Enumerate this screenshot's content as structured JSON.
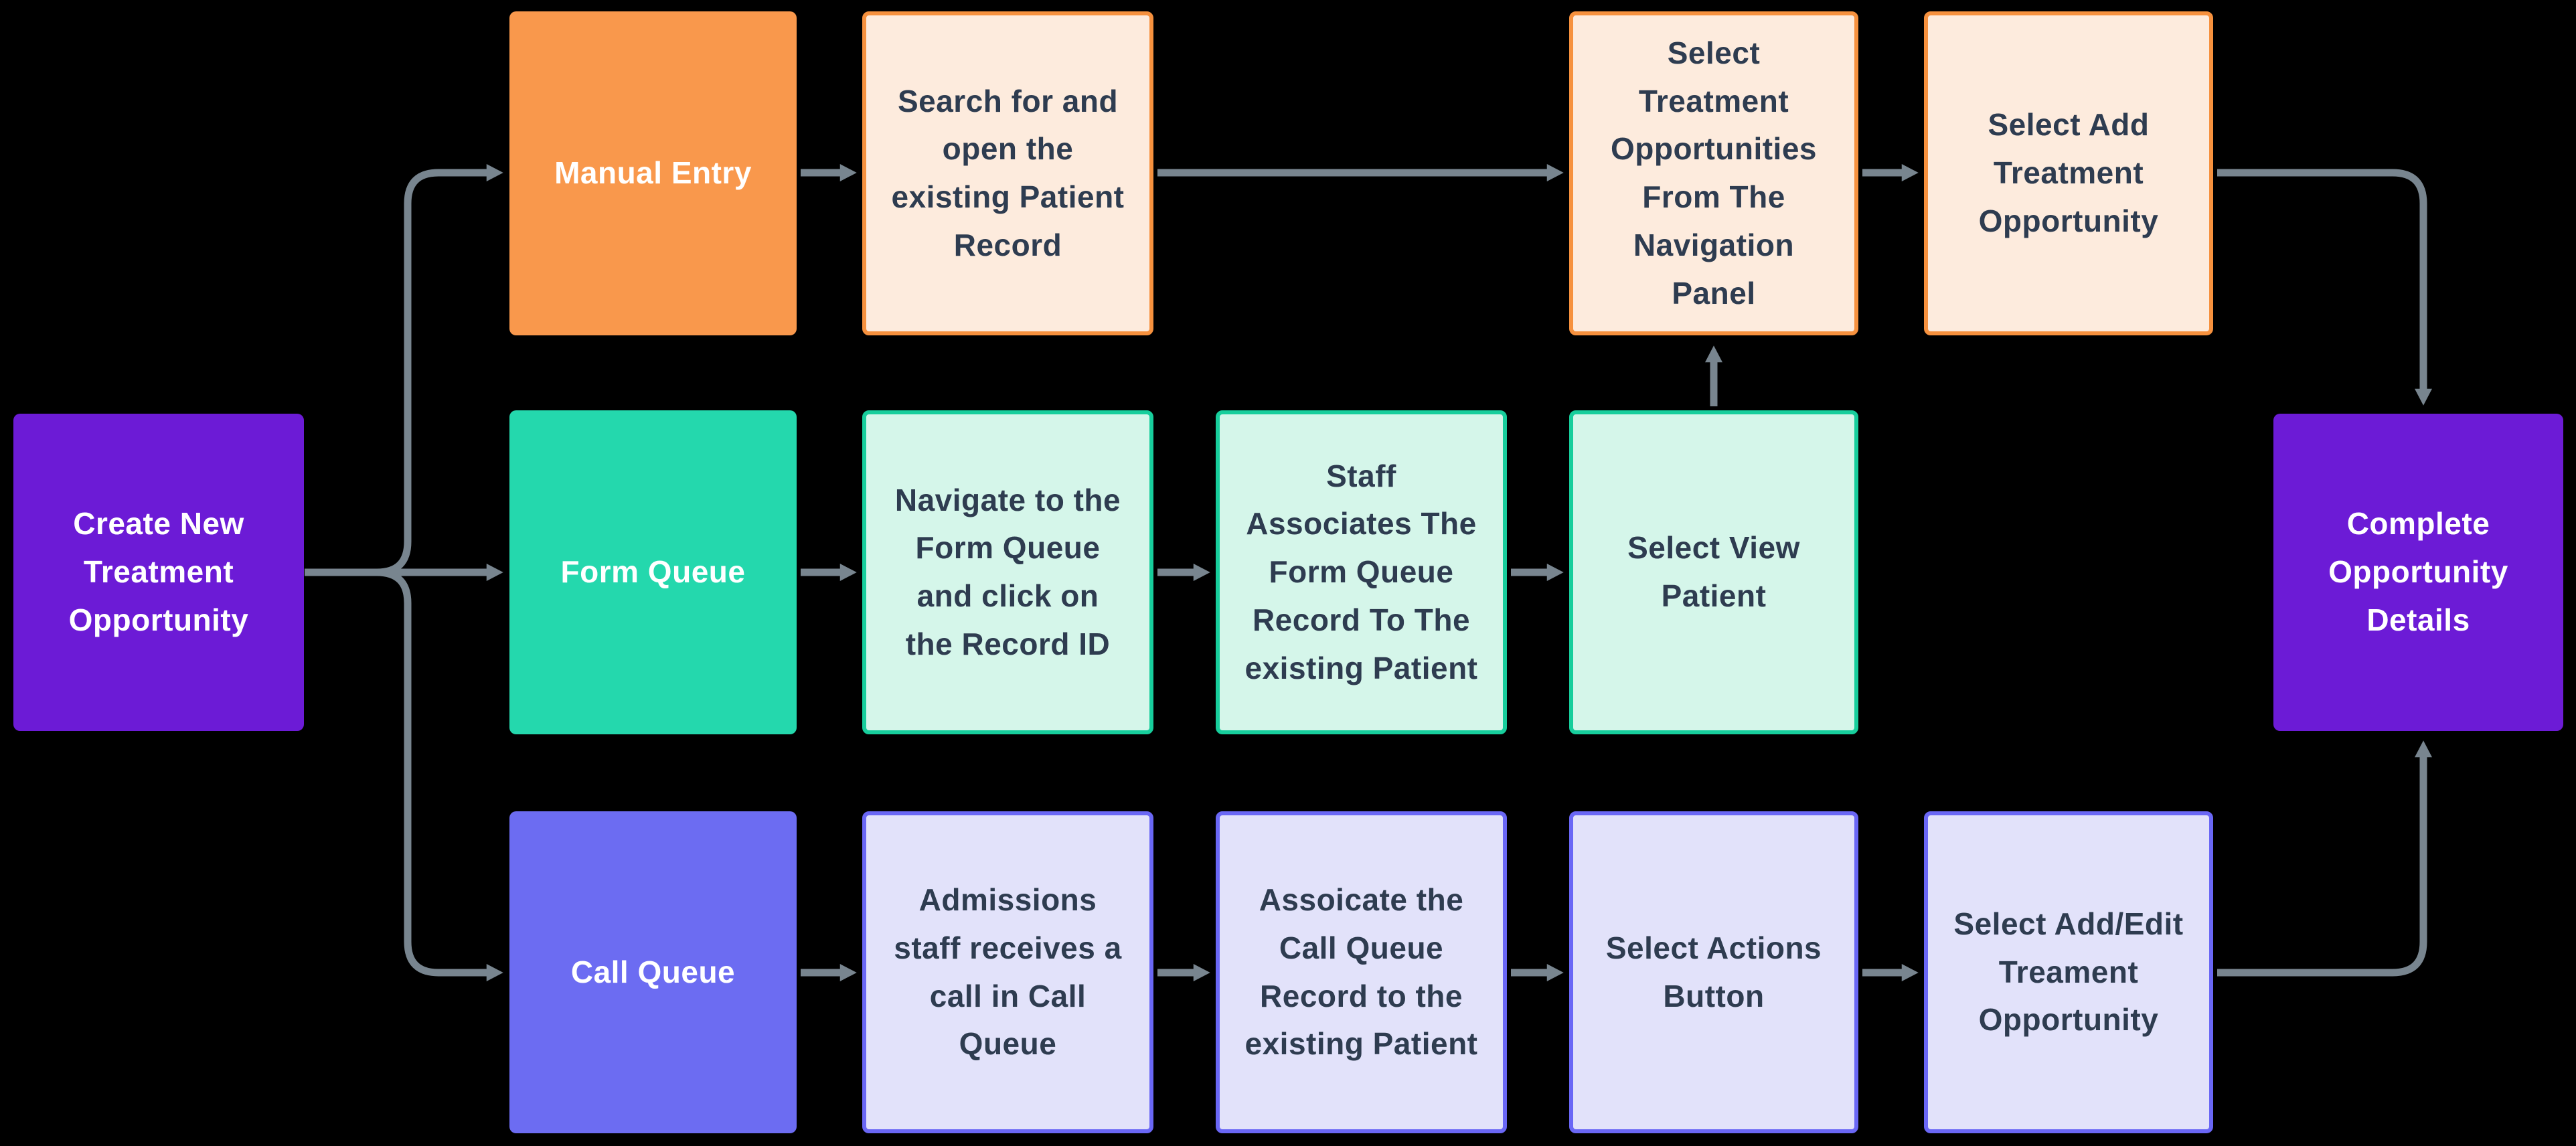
{
  "diagram": {
    "description": "Create New Treatment Opportunity flowchart",
    "colors": {
      "background": "#000000",
      "purple": "#6C1BD6",
      "orange": "#F9984C",
      "orange_light_fill": "#FDEBDD",
      "orange_border": "#F6913E",
      "green": "#24D8AD",
      "green_light_fill": "#D5F6EA",
      "green_border": "#17CE9C",
      "violet": "#6C6CF2",
      "violet_light_fill": "#E2E2FA",
      "violet_border": "#6A67F5",
      "arrow": "#78858F",
      "text_dark": "#2E3C50",
      "text_light": "#FFFFFF"
    },
    "nodes": {
      "create_new": {
        "label": "Create New Treatment Opportunity",
        "style": "solid-purple"
      },
      "manual_entry": {
        "label": "Manual Entry",
        "style": "solid-orange"
      },
      "search_open": {
        "label": "Search for and open the existing Patient Record",
        "style": "light-orange"
      },
      "select_treatment_nav": {
        "label": "Select Treatment Opportunities From The Navigation Panel",
        "style": "light-orange"
      },
      "select_add_treatment": {
        "label": "Select Add Treatment Opportunity",
        "style": "light-orange"
      },
      "form_queue": {
        "label": "Form Queue",
        "style": "solid-green"
      },
      "navigate_form_queue": {
        "label": "Navigate to the Form Queue and click on the Record ID",
        "style": "light-green"
      },
      "staff_associates": {
        "label": "Staff Associates The Form Queue Record To The existing Patient",
        "style": "light-green"
      },
      "select_view_patient": {
        "label": "Select View Patient",
        "style": "light-green"
      },
      "complete_details": {
        "label": "Complete Opportunity Details",
        "style": "solid-purple"
      },
      "call_queue": {
        "label": "Call Queue",
        "style": "solid-violet"
      },
      "admissions_staff": {
        "label": "Admissions staff receives a call in Call Queue",
        "style": "light-violet"
      },
      "associate_call_queue": {
        "label": "Assoicate the Call Queue Record to the existing Patient",
        "style": "light-violet"
      },
      "select_actions": {
        "label": "Select Actions Button",
        "style": "light-violet"
      },
      "select_add_edit": {
        "label": "Select Add/Edit Treament Opportunity",
        "style": "light-violet"
      }
    },
    "edges": [
      "create_new -> manual_entry",
      "create_new -> form_queue",
      "create_new -> call_queue",
      "manual_entry -> search_open",
      "search_open -> select_treatment_nav",
      "select_treatment_nav -> select_add_treatment",
      "select_add_treatment -> complete_details",
      "form_queue -> navigate_form_queue",
      "navigate_form_queue -> staff_associates",
      "staff_associates -> select_view_patient",
      "select_view_patient -> select_treatment_nav",
      "call_queue -> admissions_staff",
      "admissions_staff -> associate_call_queue",
      "associate_call_queue -> select_actions",
      "select_actions -> select_add_edit",
      "select_add_edit -> complete_details"
    ]
  }
}
